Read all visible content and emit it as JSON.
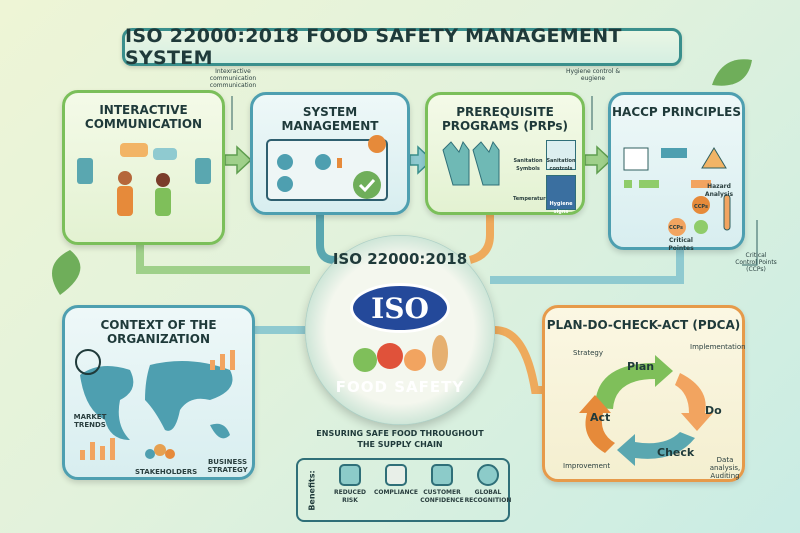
{
  "title": "ISO 22000:2018 FOOD SAFETY MANAGEMENT SYSTEM",
  "cards": {
    "interactive": {
      "title": "INTERACTIVE COMMUNICATION",
      "annotation": "Intexractive communication communication"
    },
    "system": {
      "title": "SYSTEM MANAGEMENT"
    },
    "prps": {
      "title": "PREREQUISITE PROGRAMS (PRPs)",
      "labels": [
        "Sanitation Symbols",
        "Sanitation controls",
        "Temperature",
        "Hygiene signs"
      ],
      "annotation": "Hygiene control & eugiene"
    },
    "haccp": {
      "title": "HACCP PRINCIPLES",
      "labels": [
        "Hazard Analysis",
        "CCPs",
        "CCPs",
        "Critical Pointes"
      ],
      "annotation": "Critical Control Points (CCPs)"
    },
    "context": {
      "title": "CONTEXT OF THE ORGANIZATION",
      "labels": [
        "MARKET TRENDS",
        "STAKEHOLDERS",
        "BUSINESS STRATEGY"
      ]
    },
    "pdca": {
      "title": "PLAN-DO-CHECK-ACT (PDCA)",
      "steps": [
        "Plan",
        "Do",
        "Check",
        "Act"
      ],
      "labels": [
        "Strategy",
        "Implementation",
        "Improvement",
        "Data analysis, Auditing"
      ]
    }
  },
  "center": {
    "top": "ISO 22000:2018",
    "logo": "ISO",
    "bottom": "FOOD SAFETY"
  },
  "tagline": "ENSURING SAFE FOOD THROUGHOUT THE SUPPLY CHAIN",
  "benefits": {
    "label": "Benefits:",
    "items": [
      "REDUCED RISK",
      "COMPLIANCE",
      "CUSTOMER CONFIDENCE",
      "GLOBAL RECOGNITION"
    ]
  },
  "colors": {
    "teal": "#3a8f8c",
    "green": "#7bbf5a",
    "orange": "#e69a4a",
    "navy": "#24499a"
  }
}
